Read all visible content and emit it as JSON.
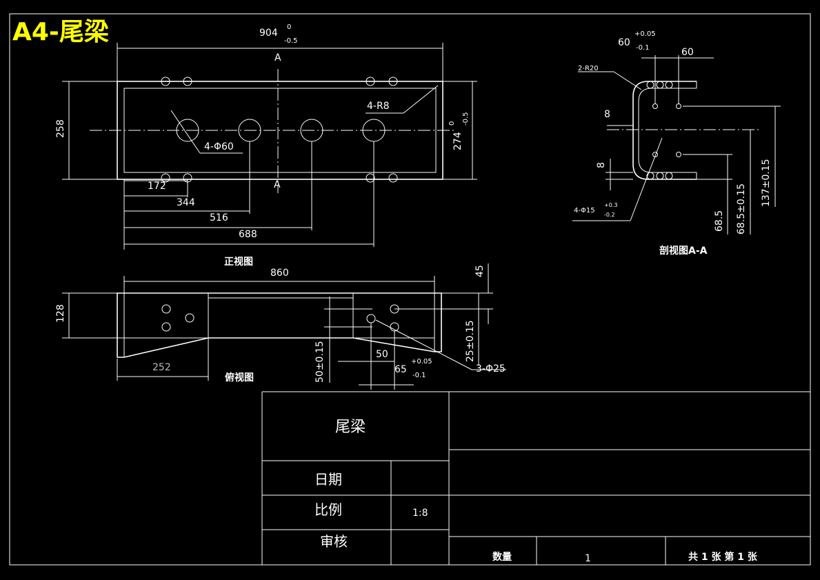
{
  "title": "A4-尾梁",
  "front_view": {
    "label": "正视图",
    "dim_overall": "904",
    "dim_overall_tol_upper": "0",
    "dim_overall_tol_lower": "-0.5",
    "dim_height": "258",
    "dim_height_outer": "274",
    "dim_height_outer_tol_upper": "0",
    "dim_height_outer_tol_lower": "-0.5",
    "section_mark": "A",
    "hole_callout": "4-Φ60",
    "radius_callout": "4-R8",
    "dim_172": "172",
    "dim_344": "344",
    "dim_516": "516",
    "dim_688": "688"
  },
  "top_view": {
    "label": "俯视图",
    "dim_860": "860",
    "dim_128": "128",
    "dim_252": "252",
    "dim_45": "45",
    "dim_25": "25±0.15",
    "dim_50_tol": "50±0.15",
    "dim_50": "50",
    "dim_65": "65",
    "dim_65_tol_upper": "+0.05",
    "dim_65_tol_lower": "-0.1",
    "hole_callout": "3-Φ25"
  },
  "section_view": {
    "label": "剖视图A-A",
    "dim_60a": "60",
    "dim_60a_tol_upper": "+0.05",
    "dim_60a_tol_lower": "-0.1",
    "dim_60b": "60",
    "radius_callout": "2-R20",
    "dim_8a": "8",
    "dim_8b": "8",
    "hole_callout": "4-Φ15",
    "hole_tol_upper": "+0.3",
    "hole_tol_lower": "-0.2",
    "dim_68_5": "68.5",
    "dim_68_5_tol": "68.5±0.15",
    "dim_137_tol": "137±0.15"
  },
  "title_block": {
    "part_name": "尾梁",
    "date_label": "日期",
    "scale_label": "比例",
    "scale_value": "1:8",
    "review_label": "审核",
    "qty_label": "数量",
    "qty_value": "1",
    "sheet_info": "共 1 张 第 1 张"
  }
}
